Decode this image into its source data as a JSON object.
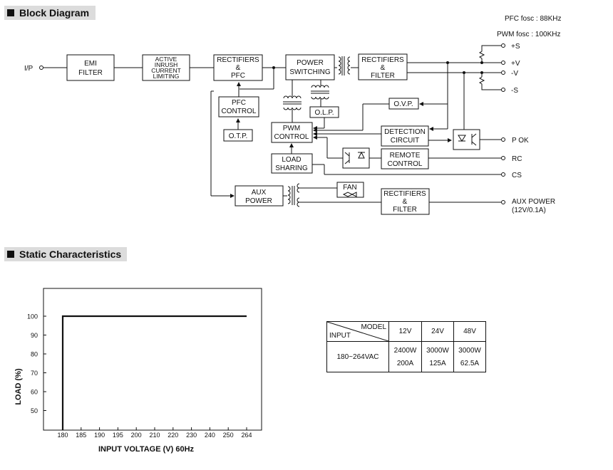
{
  "sections": {
    "block_diagram": "Block Diagram",
    "static": "Static Characteristics"
  },
  "freq": {
    "pfc": "PFC fosc : 88KHz",
    "pwm": "PWM fosc : 100KHz"
  },
  "blocks": {
    "emi": [
      "EMI",
      "FILTER"
    ],
    "inrush": [
      "ACTIVE",
      "INRUSH",
      "CURRENT",
      "LIMITING"
    ],
    "rect_pfc": [
      "RECTIFIERS",
      "&",
      "PFC"
    ],
    "power_sw": [
      "POWER",
      "SWITCHING"
    ],
    "rect_filter": [
      "RECTIFIERS",
      "&",
      "FILTER"
    ],
    "pfc_control": [
      "PFC",
      "CONTROL"
    ],
    "otp": "O.T.P.",
    "olp": "O.L.P.",
    "ovp": "O.V.P.",
    "pwm_control": [
      "PWM",
      "CONTROL"
    ],
    "detection": [
      "DETECTION",
      "CIRCUIT"
    ],
    "remote": [
      "REMOTE",
      "CONTROL"
    ],
    "load_sharing": [
      "LOAD",
      "SHARING"
    ],
    "aux_power": [
      "AUX",
      "POWER"
    ],
    "fan": "FAN",
    "rect_filter2": [
      "RECTIFIERS",
      "&",
      "FILTER"
    ]
  },
  "ports": {
    "ip": "I/P",
    "s_plus": "+S",
    "v_plus": "+V",
    "v_minus": "-V",
    "s_minus": "-S",
    "pok": "P OK",
    "rc": "RC",
    "cs": "CS",
    "aux_out": [
      "AUX POWER",
      "(12V/0.1A)"
    ]
  },
  "chart_data": {
    "type": "line",
    "xlabel": "INPUT VOLTAGE (V) 60Hz",
    "ylabel": "LOAD (%)",
    "x_ticks": [
      "180",
      "185",
      "190",
      "195",
      "200",
      "210",
      "220",
      "230",
      "240",
      "250",
      "264"
    ],
    "y_ticks": [
      "50",
      "60",
      "70",
      "80",
      "90",
      "100"
    ],
    "series": [
      {
        "x": [
          "180",
          "180",
          "264"
        ],
        "y": [
          0,
          100,
          100
        ]
      }
    ],
    "grid": false
  },
  "spec_table": {
    "header_model": "MODEL",
    "header_input": "INPUT",
    "columns": [
      "12V",
      "24V",
      "48V"
    ],
    "row_label": "180~264VAC",
    "watts": [
      "2400W",
      "3000W",
      "3000W"
    ],
    "amps": [
      "200A",
      "125A",
      "62.5A"
    ]
  }
}
